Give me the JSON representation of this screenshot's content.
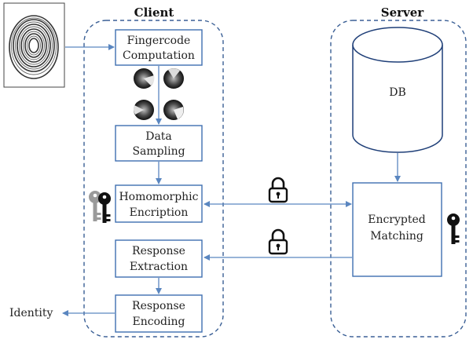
{
  "client": {
    "title": "Client",
    "steps": {
      "fingercode": [
        "Fingercode",
        "Computation"
      ],
      "sampling": [
        "Data",
        "Sampling"
      ],
      "encryption": [
        "Homomorphic",
        "Encription"
      ],
      "extraction": [
        "Response",
        "Extraction"
      ],
      "encoding": [
        "Response",
        "Encoding"
      ]
    },
    "output": "Identity"
  },
  "server": {
    "title": "Server",
    "db": "DB",
    "matching": [
      "Encrypted",
      "Matching"
    ]
  },
  "icons": {
    "fingerprint": "fingerprint-image",
    "fingercode_discs": "fingercode-disc-icon",
    "lock": "padlock-icon",
    "client_keys": "key-pair-icon",
    "server_key": "key-icon"
  },
  "colors": {
    "arrow": "#5a86c0",
    "box_border": "#3f6fb0",
    "region_border": "#3a5f95"
  }
}
